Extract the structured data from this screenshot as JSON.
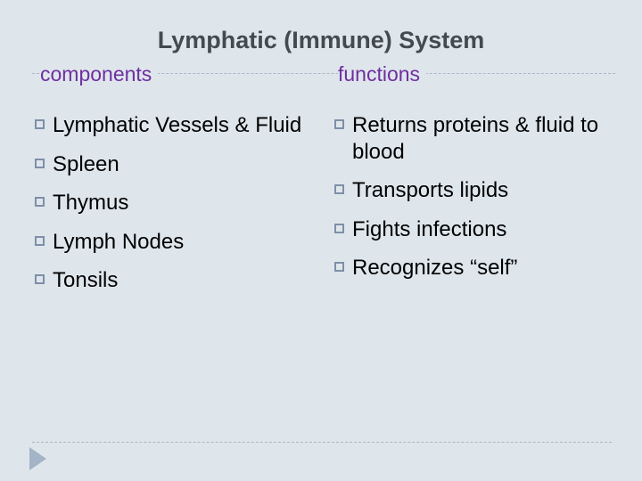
{
  "slide": {
    "title": "Lymphatic (Immune) System",
    "background_color": "#dee6ec",
    "title_color": "#434a50",
    "heading_color": "#6f2f9f",
    "bullet_marker_color": "#7e8fa8",
    "rule_color": "#a9b7c6",
    "arrow_color": "#a2b4c6"
  },
  "columns": [
    {
      "heading": "components",
      "items": [
        "Lymphatic Vessels & Fluid",
        "Spleen",
        "Thymus",
        "Lymph Nodes",
        "Tonsils"
      ]
    },
    {
      "heading": "functions",
      "items": [
        "Returns proteins & fluid to blood",
        "Transports lipids",
        "Fights infections",
        "Recognizes “self”"
      ]
    }
  ],
  "footer": {
    "arrow_icon": "play-triangle-icon"
  }
}
